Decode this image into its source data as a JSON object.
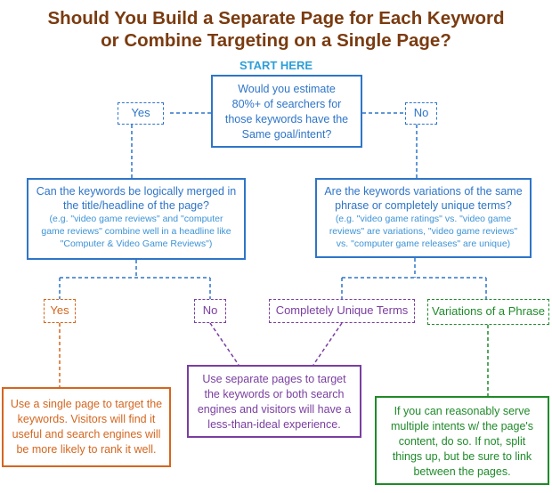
{
  "title": {
    "line1": "Should You Build a Separate Page for Each Keyword",
    "line2": "or Combine Targeting on a Single Page?"
  },
  "start_label": "START HERE",
  "start_question": {
    "line1": "Would you estimate",
    "line2": "80%+ of searchers for",
    "line3": "those keywords have the",
    "line4": "Same goal/intent?"
  },
  "top_yes": "Yes",
  "top_no": "No",
  "left_question": {
    "line1": "Can the keywords be logically merged in",
    "line2": "the title/headline of the page?",
    "ex1": "(e.g. \"video game reviews\" and \"computer",
    "ex2": "game reviews\" combine well in a headline like",
    "ex3": "\"Computer & Video Game Reviews\")"
  },
  "right_question": {
    "line1": "Are the keywords variations of the same",
    "line2": "phrase or completely unique terms?",
    "ex1": "(e.g. \"video game ratings\" vs. \"video game",
    "ex2": "reviews\" are variations, \"video game reviews\"",
    "ex3": "vs. \"computer game releases\" are unique)"
  },
  "options": {
    "yes": "Yes",
    "no": "No",
    "unique": "Completely Unique Terms",
    "variations": "Variations of a Phrase"
  },
  "outcomes": {
    "single": {
      "line1": "Use a single page to target the",
      "line2": "keywords. Visitors will find it",
      "line3": "useful and search engines will",
      "line4": "be more likely to rank it well."
    },
    "separate": {
      "line1": "Use separate pages to target",
      "line2": "the keywords or both search",
      "line3": "engines and visitors will have a",
      "line4": "less-than-ideal experience."
    },
    "multi": {
      "line1": "If you can reasonably serve",
      "line2": "multiple intents w/ the page's",
      "line3": "content, do so. If not, split",
      "line4": "things up, but be sure to link",
      "line5": "between the pages."
    }
  },
  "colors": {
    "title": "#7a3b10",
    "start": "#2e9fd8",
    "blue": "#2e75c8",
    "orange": "#d4661f",
    "purple": "#7a3ea0",
    "green": "#1f8a2a"
  }
}
